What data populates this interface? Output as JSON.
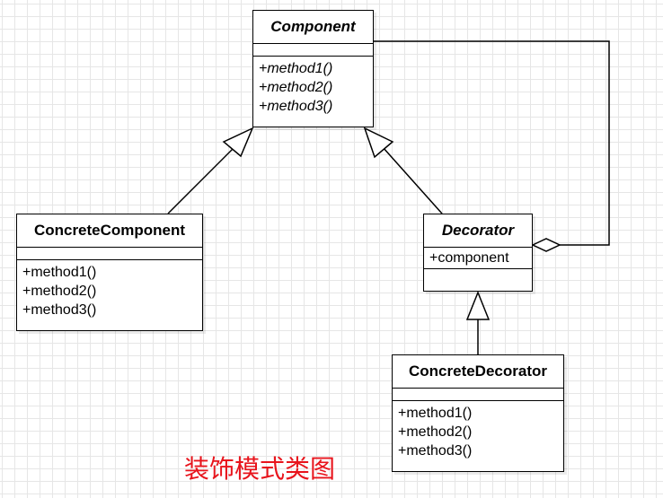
{
  "component": {
    "name": "Component",
    "attributes": [],
    "methods": [
      "+method1()",
      "+method2()",
      "+method3()"
    ]
  },
  "concrete_component": {
    "name": "ConcreteComponent",
    "attributes": [],
    "methods": [
      "+method1()",
      "+method2()",
      "+method3()"
    ]
  },
  "decorator": {
    "name": "Decorator",
    "attributes": [
      "+component"
    ],
    "methods": []
  },
  "concrete_decorator": {
    "name": "ConcreteDecorator",
    "attributes": [],
    "methods": [
      "+method1()",
      "+method2()",
      "+method3()"
    ]
  },
  "caption": "装饰模式类图",
  "colors": {
    "caption": "#e8141c",
    "grid": "#e6e6e6",
    "line": "#000000"
  }
}
